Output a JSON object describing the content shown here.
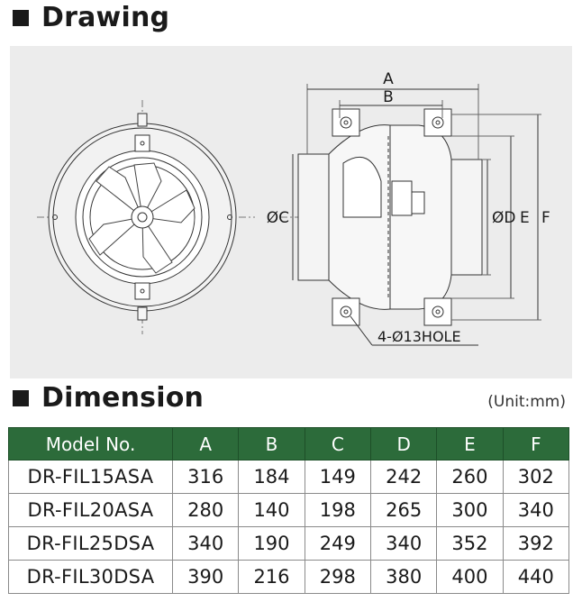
{
  "sections": {
    "drawing_title": "Drawing",
    "dimension_title": "Dimension",
    "unit": "(Unit:mm)"
  },
  "drawing": {
    "labels": {
      "a": "A",
      "b": "B",
      "c": "ØC",
      "d": "ØD",
      "e": "E",
      "f": "F",
      "hole": "4-Ø13HOLE"
    }
  },
  "table": {
    "headers": [
      "Model No.",
      "A",
      "B",
      "C",
      "D",
      "E",
      "F"
    ],
    "rows": [
      [
        "DR-FIL15ASA",
        "316",
        "184",
        "149",
        "242",
        "260",
        "302"
      ],
      [
        "DR-FIL20ASA",
        "280",
        "140",
        "198",
        "265",
        "300",
        "340"
      ],
      [
        "DR-FIL25DSA",
        "340",
        "190",
        "249",
        "340",
        "352",
        "392"
      ],
      [
        "DR-FIL30DSA",
        "390",
        "216",
        "298",
        "380",
        "400",
        "440"
      ]
    ]
  },
  "colors": {
    "header_bg": "#2c6b3a",
    "panel_bg": "#ececec"
  }
}
